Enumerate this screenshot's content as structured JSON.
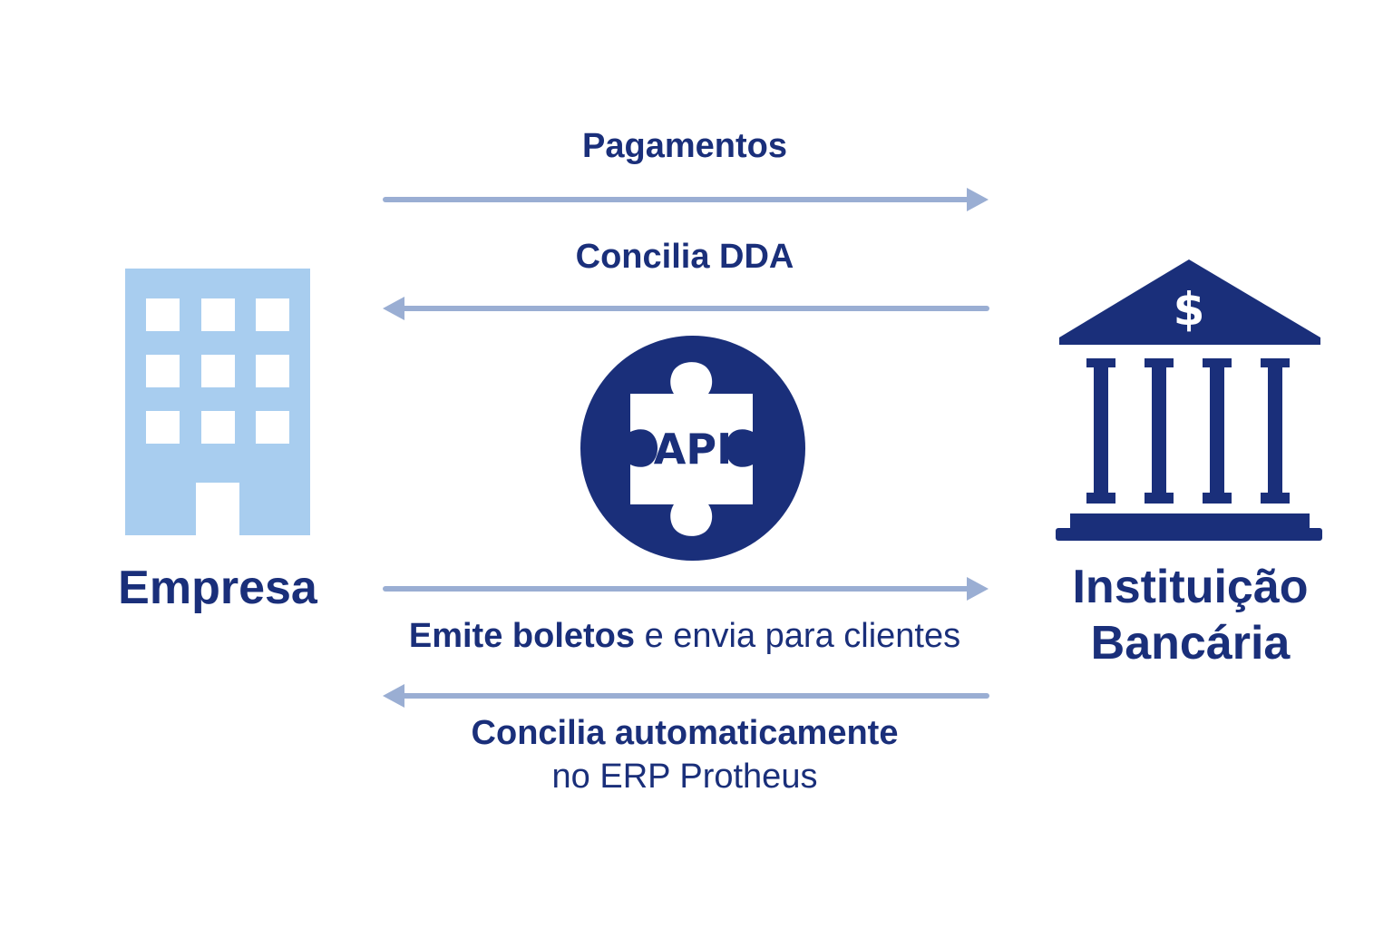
{
  "flows": {
    "pagamentos": "Pagamentos",
    "concilia_dda": "Concilia DDA",
    "emite_boletos_bold": "Emite boletos",
    "emite_boletos_rest": " e envia para clientes",
    "concilia_auto_bold": "Concilia automaticamente",
    "concilia_auto_rest": "no ERP Protheus"
  },
  "nodes": {
    "empresa": "Empresa",
    "banco_line1": "Instituição",
    "banco_line2": "Bancária",
    "api": "API",
    "bank_symbol": "$"
  },
  "icons": {
    "empresa": "office-building-icon",
    "api": "puzzle-piece-icon",
    "banco": "bank-building-icon"
  },
  "colors": {
    "primary": "#1a2f7a",
    "arrow": "#9aaed3",
    "building": "#a8cdef"
  }
}
